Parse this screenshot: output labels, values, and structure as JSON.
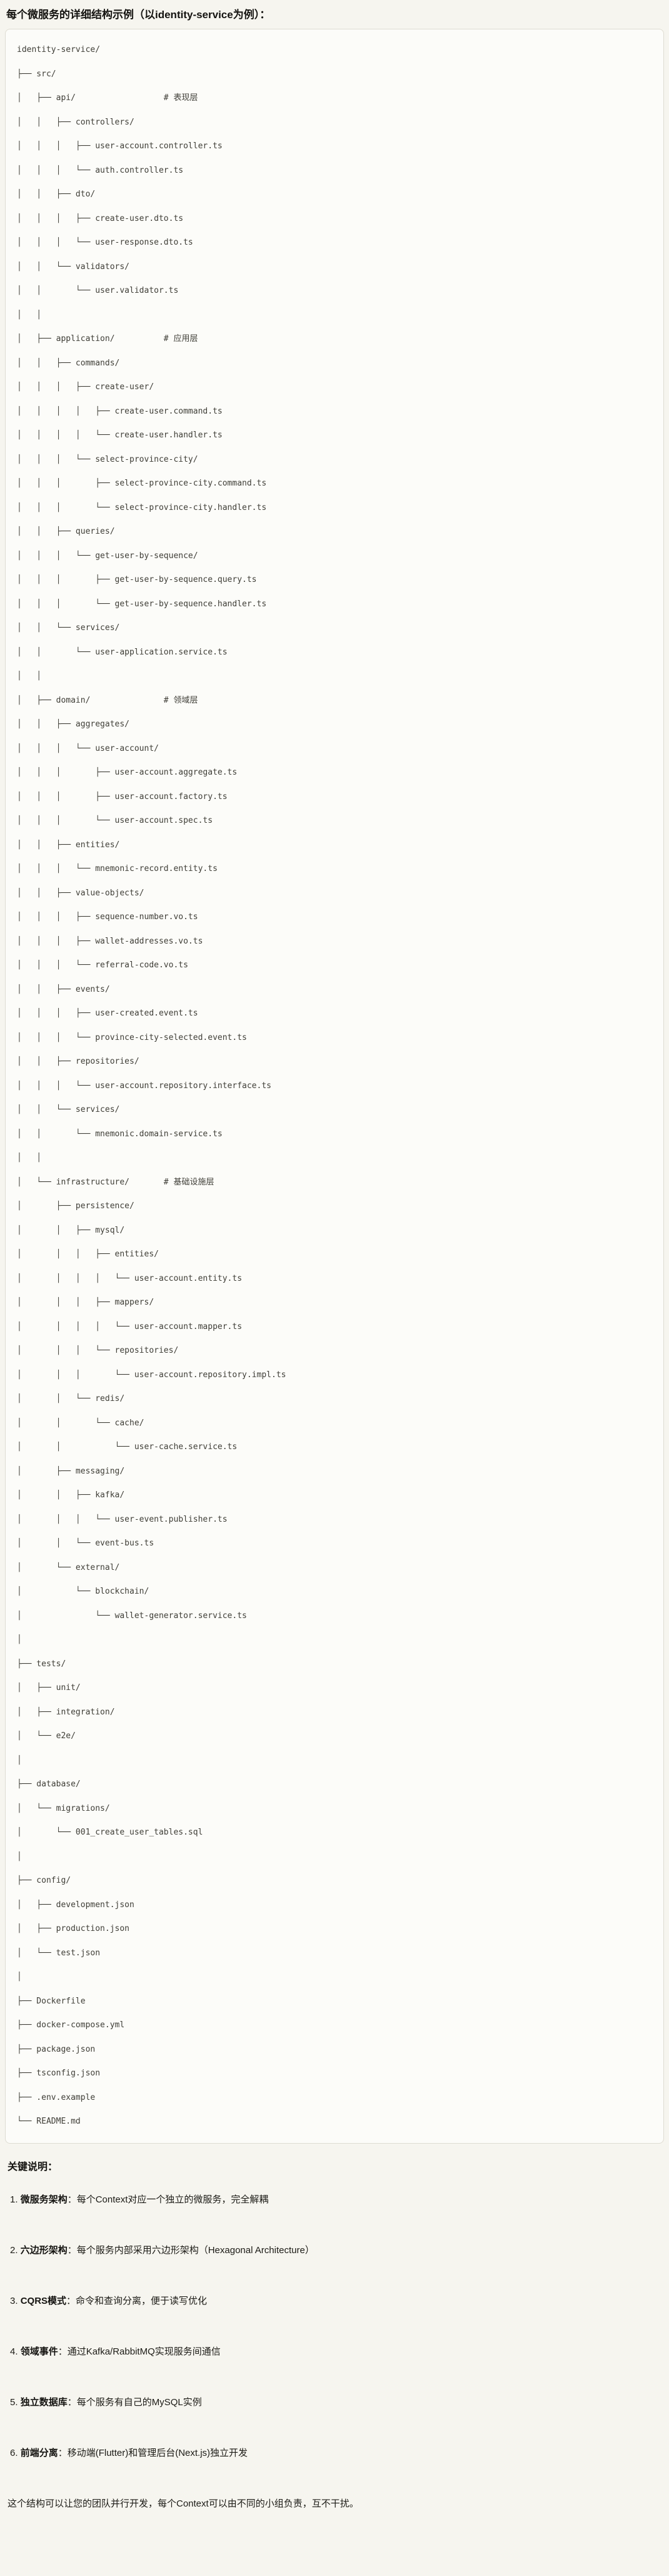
{
  "page": {
    "title": "每个微服务的详细结构示例（以identity-service为例）："
  },
  "colors": {
    "page_bg": "#F6F5EF",
    "code_bg": "#FCFCF9",
    "code_border": "#DEDCD2",
    "text": "#1C1B16"
  },
  "code_block": {
    "lines": [
      "identity-service/",
      "├── src/",
      "│   ├── api/                  # 表现层",
      "│   │   ├── controllers/",
      "│   │   │   ├── user-account.controller.ts",
      "│   │   │   └── auth.controller.ts",
      "│   │   ├── dto/",
      "│   │   │   ├── create-user.dto.ts",
      "│   │   │   └── user-response.dto.ts",
      "│   │   └── validators/",
      "│   │       └── user.validator.ts",
      "│   │",
      "│   ├── application/          # 应用层",
      "│   │   ├── commands/",
      "│   │   │   ├── create-user/",
      "│   │   │   │   ├── create-user.command.ts",
      "│   │   │   │   └── create-user.handler.ts",
      "│   │   │   └── select-province-city/",
      "│   │   │       ├── select-province-city.command.ts",
      "│   │   │       └── select-province-city.handler.ts",
      "│   │   ├── queries/",
      "│   │   │   └── get-user-by-sequence/",
      "│   │   │       ├── get-user-by-sequence.query.ts",
      "│   │   │       └── get-user-by-sequence.handler.ts",
      "│   │   └── services/",
      "│   │       └── user-application.service.ts",
      "│   │",
      "│   ├── domain/               # 领域层",
      "│   │   ├── aggregates/",
      "│   │   │   └── user-account/",
      "│   │   │       ├── user-account.aggregate.ts",
      "│   │   │       ├── user-account.factory.ts",
      "│   │   │       └── user-account.spec.ts",
      "│   │   ├── entities/",
      "│   │   │   └── mnemonic-record.entity.ts",
      "│   │   ├── value-objects/",
      "│   │   │   ├── sequence-number.vo.ts",
      "│   │   │   ├── wallet-addresses.vo.ts",
      "│   │   │   └── referral-code.vo.ts",
      "│   │   ├── events/",
      "│   │   │   ├── user-created.event.ts",
      "│   │   │   └── province-city-selected.event.ts",
      "│   │   ├── repositories/",
      "│   │   │   └── user-account.repository.interface.ts",
      "│   │   └── services/",
      "│   │       └── mnemonic.domain-service.ts",
      "│   │",
      "│   └── infrastructure/       # 基础设施层",
      "│       ├── persistence/",
      "│       │   ├── mysql/",
      "│       │   │   ├── entities/",
      "│       │   │   │   └── user-account.entity.ts",
      "│       │   │   ├── mappers/",
      "│       │   │   │   └── user-account.mapper.ts",
      "│       │   │   └── repositories/",
      "│       │   │       └── user-account.repository.impl.ts",
      "│       │   └── redis/",
      "│       │       └── cache/",
      "│       │           └── user-cache.service.ts",
      "│       ├── messaging/",
      "│       │   ├── kafka/",
      "│       │   │   └── user-event.publisher.ts",
      "│       │   └── event-bus.ts",
      "│       └── external/",
      "│           └── blockchain/",
      "│               └── wallet-generator.service.ts",
      "│",
      "├── tests/",
      "│   ├── unit/",
      "│   ├── integration/",
      "│   └── e2e/",
      "│",
      "├── database/",
      "│   └── migrations/",
      "│       └── 001_create_user_tables.sql",
      "│",
      "├── config/",
      "│   ├── development.json",
      "│   ├── production.json",
      "│   └── test.json",
      "│",
      "├── Dockerfile",
      "├── docker-compose.yml",
      "├── package.json",
      "├── tsconfig.json",
      "├── .env.example",
      "└── README.md"
    ]
  },
  "notes": {
    "heading": "关键说明：",
    "items": [
      {
        "num": "1.",
        "term": "微服务架构",
        "desc": "：每个Context对应一个独立的微服务，完全解耦"
      },
      {
        "num": "2.",
        "term": "六边形架构",
        "desc": "：每个服务内部采用六边形架构（Hexagonal Architecture）"
      },
      {
        "num": "3.",
        "term": "CQRS模式",
        "desc": "：命令和查询分离，便于读写优化"
      },
      {
        "num": "4.",
        "term": "领域事件",
        "desc": "：通过Kafka/RabbitMQ实现服务间通信"
      },
      {
        "num": "5.",
        "term": "独立数据库",
        "desc": "：每个服务有自己的MySQL实例"
      },
      {
        "num": "6.",
        "term": "前端分离",
        "desc": "：移动端(Flutter)和管理后台(Next.js)独立开发"
      }
    ],
    "closing": "这个结构可以让您的团队并行开发，每个Context可以由不同的小组负责，互不干扰。"
  }
}
